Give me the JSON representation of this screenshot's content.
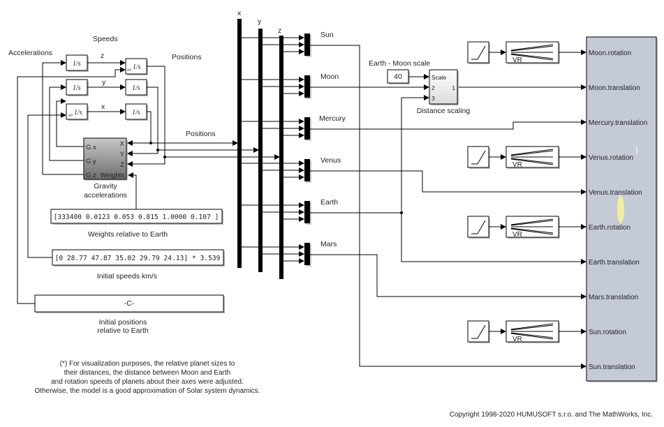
{
  "diagram": {
    "labels": {
      "speeds": "Speeds",
      "accelerations": "Accelerations",
      "positions_top": "Positions",
      "positions_mid": "Positions",
      "bus_x": "x",
      "bus_y": "y",
      "bus_z": "z",
      "speed_z": "z",
      "speed_y": "y",
      "speed_x": "x"
    },
    "integrators": {
      "label": "1/s",
      "ic_label": "x0"
    },
    "gravity": {
      "title_line1": "Gravity",
      "title_line2": "accelerations",
      "in_ports": [
        "X",
        "Y",
        "Z",
        "Weights"
      ],
      "out_ports": [
        "G x",
        "G y",
        "G z"
      ]
    },
    "weights": {
      "value": "[333400  0.0123  0.053  0.815  1.0000  0.107 ]",
      "caption": "Weights relative to Earth"
    },
    "speeds": {
      "value": "[0  28.77  47.87  35.02  29.79  24.13] * 3.539",
      "caption": "Initial speeds  km/s"
    },
    "positions": {
      "value": "-C-",
      "caption_line1": "Initial positions",
      "caption_line2": "relative to Earth"
    },
    "bodies": [
      "Sun",
      "Moon",
      "Mercury",
      "Venus",
      "Earth",
      "Mars"
    ],
    "scale": {
      "title": "Earth - Moon scale",
      "value": "40",
      "block_ports": [
        "Scale",
        "2",
        "3"
      ],
      "block_out": "1",
      "caption": "Distance scaling"
    },
    "vr_label": "VR",
    "vr_sink": {
      "ports": [
        "Moon.rotation",
        "Moon.translation",
        "Mercury.translation",
        "Venus.rotation",
        "Venus.translation",
        "Earth.rotation",
        "Earth.translation",
        "Mars.translation",
        "Sun.rotation",
        "Sun.translation"
      ],
      "fill_color": "#c5cad7"
    },
    "note": {
      "lines": [
        "(*)  For visualization purposes, the relative planet sizes to",
        "their distances, the distance between Moon and Earth",
        "and rotation speeds of planets about their axes were adjusted.",
        "Otherwise, the model is a good approximation of Solar system dynamics."
      ]
    },
    "copyright": "Copyright 1998-2020 HUMUSOFT s.r.o. and The MathWorks, Inc."
  }
}
